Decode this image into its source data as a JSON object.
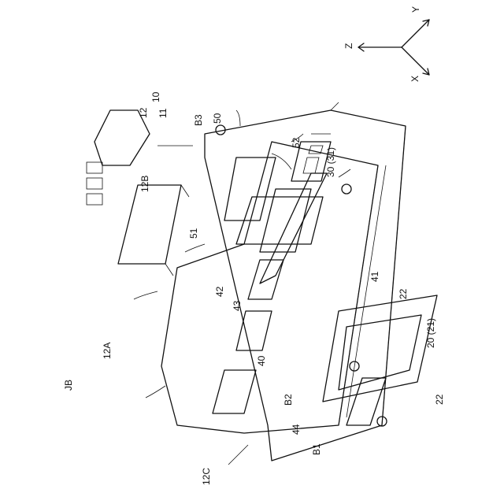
{
  "figure": {
    "axes": {
      "x": "X",
      "y": "Y",
      "z": "Z"
    },
    "labels": {
      "jb": "JB",
      "n10": "10",
      "n11": "11",
      "n12": "12",
      "n12a": "12A",
      "n12b": "12B",
      "n12c": "12C",
      "n20": "20 (21)",
      "n22a": "22",
      "n22b": "22",
      "n30": "30 (31)",
      "n40": "40",
      "n41": "41",
      "n42": "42",
      "n43": "43",
      "n44": "44",
      "n50": "50",
      "n51": "51",
      "n52": "52",
      "b1": "B1",
      "b2": "B2",
      "b3": "B3"
    }
  }
}
